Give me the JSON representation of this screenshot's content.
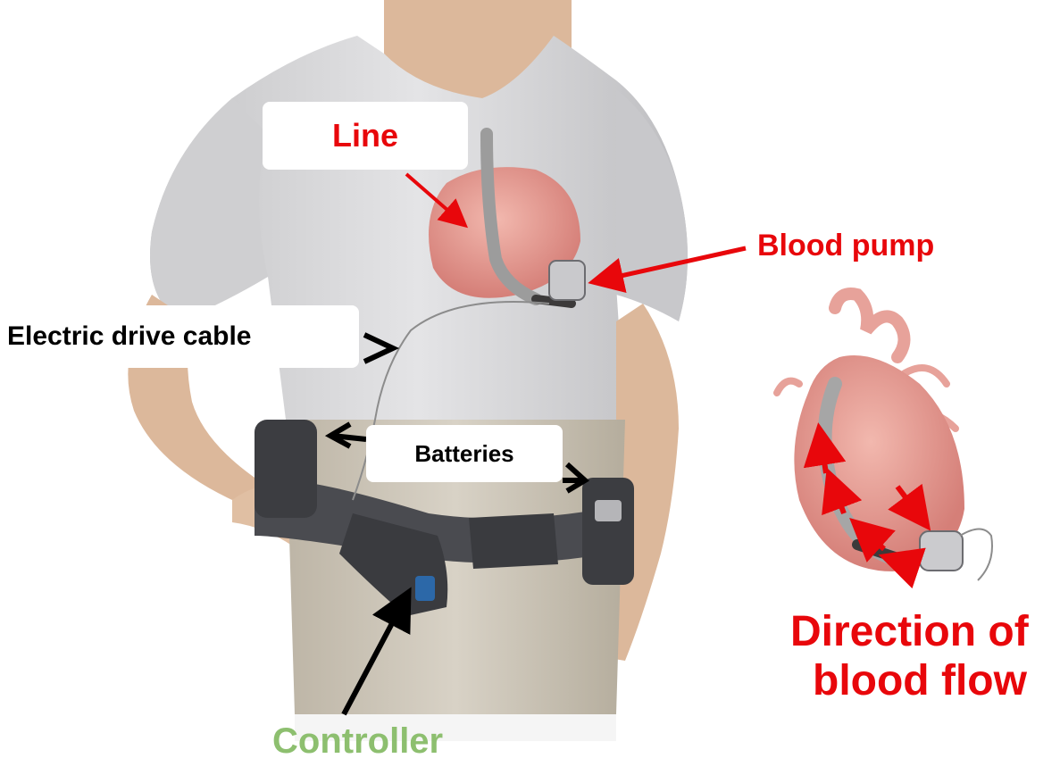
{
  "labels": {
    "line": "Line",
    "blood_pump": "Blood pump",
    "electric_drive_cable": "Electric drive cable",
    "batteries": "Batteries",
    "controller": "Controller",
    "direction_line1": "Direction of",
    "direction_line2": "blood flow"
  },
  "colors": {
    "red_label": "#e8070b",
    "black_label": "#000000",
    "green_label": "#8dbf6f",
    "shirt": "#d6d6d8",
    "pants": "#cfc8bb",
    "skin": "#dcb89b",
    "heart": "#e7a29a",
    "belt": "#3d3e42"
  }
}
